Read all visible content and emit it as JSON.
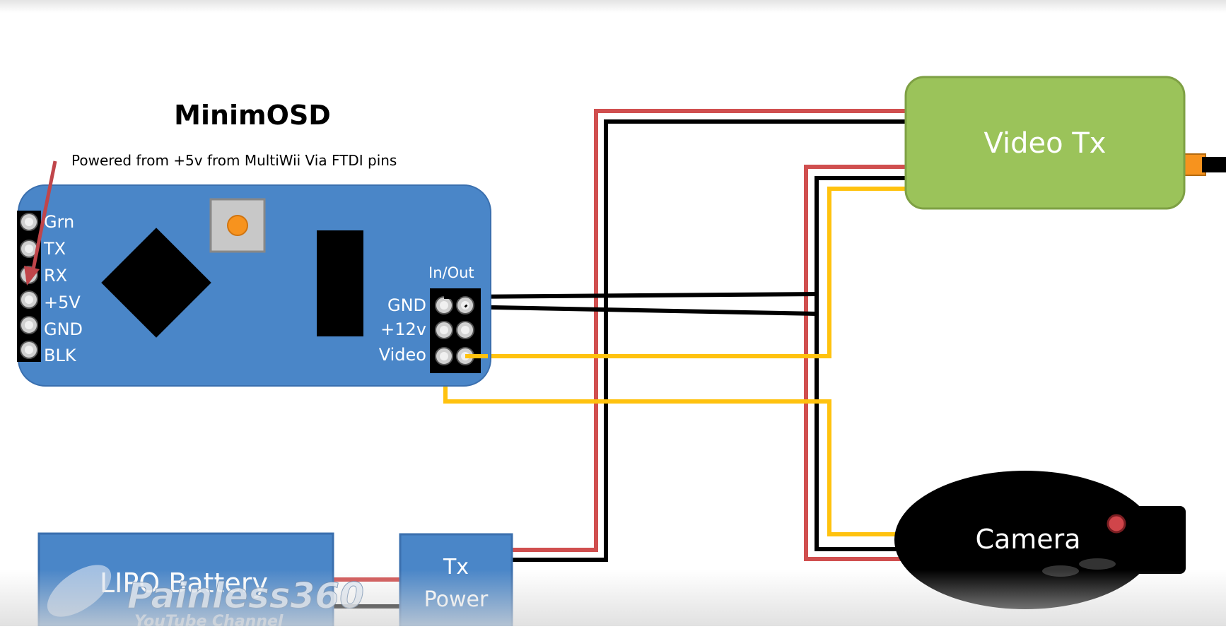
{
  "osd": {
    "title": "MinimOSD",
    "note": "Powered from +5v from MultiWii  Via FTDI pins",
    "left_pins": [
      "Grn",
      "TX",
      "RX",
      "+5V",
      "GND",
      "BLK"
    ],
    "io_header": "In/Out",
    "io_pins": [
      "GND",
      "+12v",
      "Video"
    ]
  },
  "video_tx": {
    "label": "Video Tx"
  },
  "camera": {
    "label": "Camera"
  },
  "battery": {
    "label": "LIPO Battery"
  },
  "tx_power": {
    "line1": "Tx",
    "line2": "Power"
  },
  "watermark": {
    "logo": "Painless360",
    "subtitle": "YouTube Channel"
  },
  "colors": {
    "board": "#4a86c8",
    "video_tx": "#9bc35a",
    "wire_red": "#d04f4f",
    "wire_black": "#000000",
    "wire_yellow": "#ffc20e",
    "arrow": "#c0454a"
  }
}
